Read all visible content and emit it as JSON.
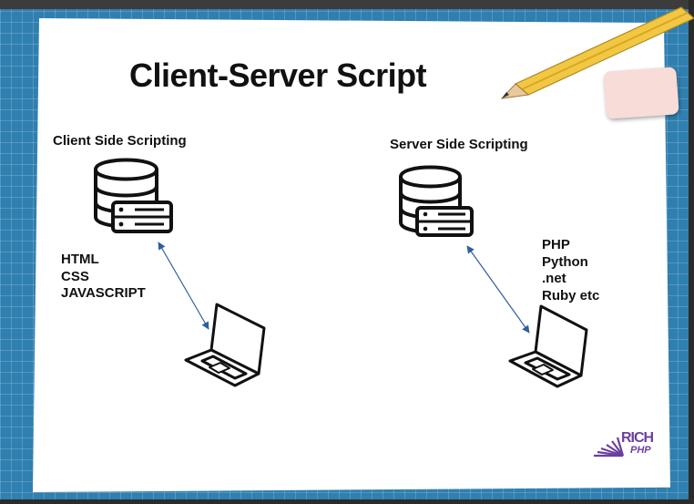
{
  "slide": {
    "title": "Client-Server Script",
    "client": {
      "heading": "Client Side Scripting",
      "technologies": [
        "HTML",
        "CSS",
        "JAVASCRIPT"
      ]
    },
    "server": {
      "heading": "Server Side Scripting",
      "technologies": [
        "PHP",
        "Python",
        ".net",
        "Ruby etc"
      ]
    },
    "logo": {
      "word1": "RICH",
      "word2": "PHP"
    }
  },
  "colors": {
    "board_blue": "#2f7fb0",
    "arrow": "#2f5f9e",
    "logo_purple": "#6b3fa0"
  },
  "icons": [
    "database-server-icon",
    "laptop-icon",
    "double-arrow",
    "pencil",
    "eraser"
  ]
}
